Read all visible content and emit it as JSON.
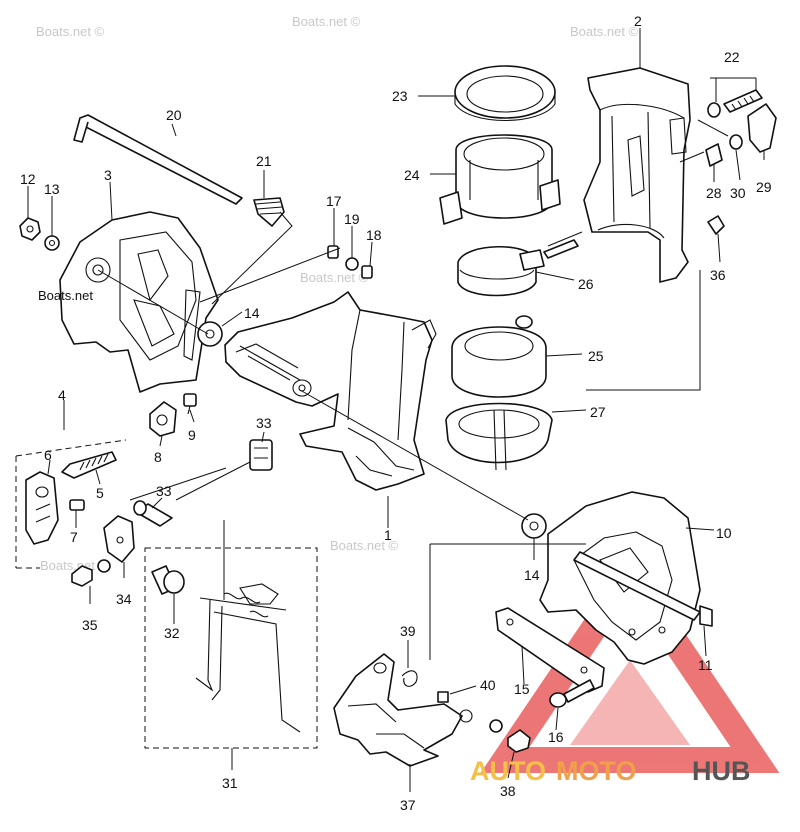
{
  "part_numbers": [
    "1",
    "2",
    "3",
    "4",
    "5",
    "6",
    "7",
    "8",
    "9",
    "10",
    "11",
    "12",
    "13",
    "14",
    "14",
    "15",
    "16",
    "17",
    "18",
    "19",
    "20",
    "21",
    "22",
    "23",
    "24",
    "25",
    "26",
    "27",
    "28",
    "29",
    "30",
    "31",
    "32",
    "33",
    "33",
    "34",
    "35",
    "36",
    "37",
    "38",
    "39",
    "40"
  ],
  "watermark": {
    "text": "Boats.net ©",
    "badge": "Boats.net"
  },
  "brand": {
    "auto": "AUTO",
    "moto": "MOTO",
    "hub": "HUB",
    "color_auto": "#f5c04a",
    "color_moto": "#f0a04a",
    "color_hub": "#555555",
    "triangle_color": "#e85555"
  }
}
